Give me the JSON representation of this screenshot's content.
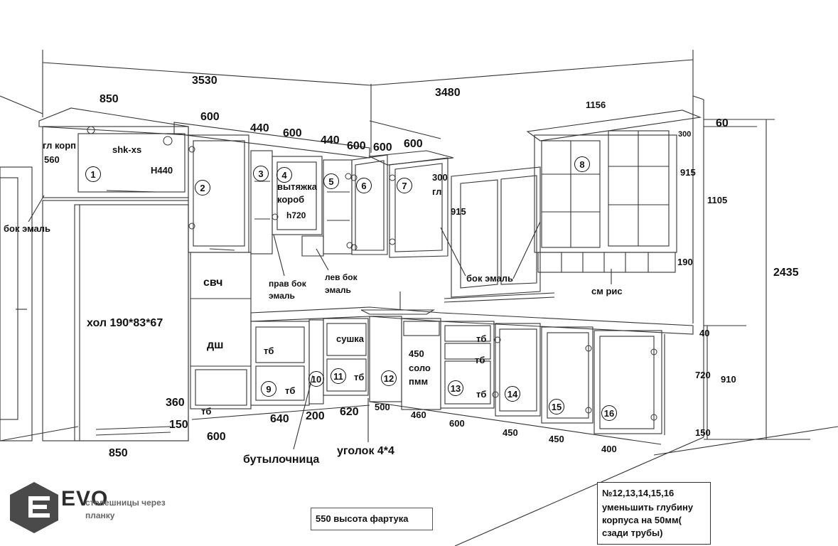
{
  "dimensions": {
    "total_left": "3530",
    "total_right": "3480",
    "w850_top": "850",
    "w600_a": "600",
    "w440_a": "440",
    "w600_b": "600",
    "w440_b": "440",
    "w600_c": "600",
    "w600_d": "600",
    "w600_e": "600",
    "w1156": "1156",
    "w60": "60",
    "h300_top": "300",
    "h915_right": "915",
    "h1105": "1105",
    "h2435": "2435",
    "h190": "190",
    "h40": "40",
    "h720": "720",
    "h910": "910",
    "h150_right": "150",
    "h300_gl": "300",
    "gl": "гл",
    "h915_left": "915",
    "b360": "360",
    "b150": "150",
    "b850": "850",
    "b600": "600",
    "b640": "640",
    "b200": "200",
    "b620": "620",
    "b500": "500",
    "b460": "460",
    "b600_2": "600",
    "b450_a": "450",
    "b450_b": "450",
    "b400": "400"
  },
  "labels": {
    "gl_korp": "гл корп",
    "gl_korp_560": "560",
    "shk_xs": "shk-xs",
    "h440": "H440",
    "bok_emal_left": "бок эмаль",
    "vytyazhka": "вытяжка",
    "korob": "короб",
    "h720_label": "h720",
    "prav_bok": "прав бок",
    "emal_1": "эмаль",
    "lev_bok": "лев бок",
    "emal_2": "эмаль",
    "bok_emal_right": "бок эмаль",
    "sm_ris": "см рис",
    "svch": "свч",
    "dsh": "дш",
    "hol": "хол 190*83*67",
    "sushka": "сушка",
    "tb_1": "тб",
    "tb_2": "тб",
    "tb_3": "тб",
    "tb_4": "тб",
    "tb_5": "тб",
    "tb_6": "тб",
    "tb_7": "тб",
    "solo_450": "450",
    "solo": "соло",
    "pmm": "пмм",
    "butylochnitsa": "бутылочница",
    "ugolok": "уголок 4*4",
    "apron": "550 высота фартука",
    "note_1": "№12,13,14,15,16",
    "note_2": "уменьшить глубину",
    "note_3": "корпуса на 50мм(",
    "note_4": "сзади трубы)",
    "countertop_1": "столешницы через",
    "countertop_2": "планку",
    "logo": "EVO"
  },
  "numbers": [
    "1",
    "2",
    "3",
    "4",
    "5",
    "6",
    "7",
    "8",
    "9",
    "10",
    "11",
    "12",
    "13",
    "14",
    "15",
    "16"
  ]
}
